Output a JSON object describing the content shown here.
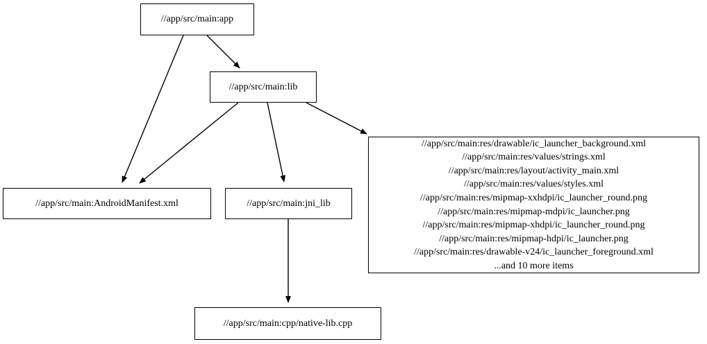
{
  "graph": {
    "type": "directed-dependency-graph",
    "background_color": "#ffffff",
    "node_border_color": "#000000",
    "edge_color": "#000000",
    "text_color": "#000000",
    "nodes": [
      {
        "id": "app",
        "label": "//app/src/main:app"
      },
      {
        "id": "lib",
        "label": "//app/src/main:lib"
      },
      {
        "id": "manifest",
        "label": "//app/src/main:AndroidManifest.xml"
      },
      {
        "id": "jni_lib",
        "label": "//app/src/main:jni_lib"
      },
      {
        "id": "resources",
        "lines": [
          "//app/src/main:res/drawable/ic_launcher_background.xml",
          "//app/src/main:res/values/strings.xml",
          "//app/src/main:res/layout/activity_main.xml",
          "//app/src/main:res/values/styles.xml",
          "//app/src/main:res/mipmap-xxhdpi/ic_launcher_round.png",
          "//app/src/main:res/mipmap-mdpi/ic_launcher.png",
          "//app/src/main:res/mipmap-xhdpi/ic_launcher_round.png",
          "//app/src/main:res/mipmap-hdpi/ic_launcher.png",
          "//app/src/main:res/drawable-v24/ic_launcher_foreground.xml",
          "...and 10 more items"
        ]
      },
      {
        "id": "native_lib",
        "label": "//app/src/main:cpp/native-lib.cpp"
      }
    ],
    "edges": [
      {
        "from": "app",
        "to": "lib"
      },
      {
        "from": "app",
        "to": "manifest"
      },
      {
        "from": "lib",
        "to": "manifest"
      },
      {
        "from": "lib",
        "to": "jni_lib"
      },
      {
        "from": "lib",
        "to": "resources"
      },
      {
        "from": "jni_lib",
        "to": "native_lib"
      }
    ]
  },
  "resource_lines": {
    "l0": "//app/src/main:res/drawable/ic_launcher_background.xml",
    "l1": "//app/src/main:res/values/strings.xml",
    "l2": "//app/src/main:res/layout/activity_main.xml",
    "l3": "//app/src/main:res/values/styles.xml",
    "l4": "//app/src/main:res/mipmap-xxhdpi/ic_launcher_round.png",
    "l5": "//app/src/main:res/mipmap-mdpi/ic_launcher.png",
    "l6": "//app/src/main:res/mipmap-xhdpi/ic_launcher_round.png",
    "l7": "//app/src/main:res/mipmap-hdpi/ic_launcher.png",
    "l8": "//app/src/main:res/drawable-v24/ic_launcher_foreground.xml",
    "l9": "...and 10 more items"
  }
}
